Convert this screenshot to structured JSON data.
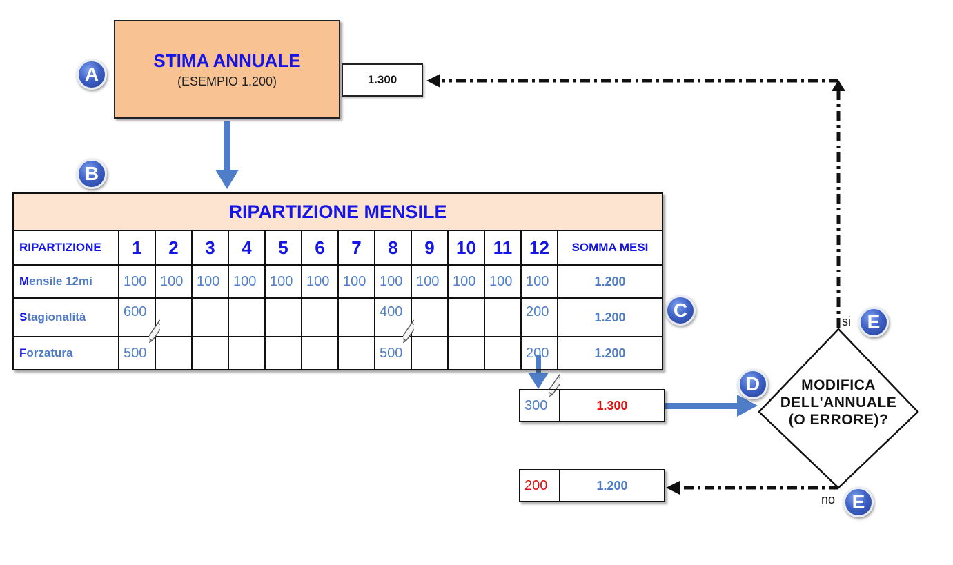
{
  "stima": {
    "title": "STIMA ANNUALE",
    "subtitle": "(ESEMPIO 1.200)",
    "annual_value": "1.300"
  },
  "badges": {
    "a": "A",
    "b": "B",
    "c": "C",
    "d": "D",
    "e_top": "E",
    "e_bottom": "E"
  },
  "table": {
    "caption": "RIPARTIZIONE MENSILE",
    "header_label": "RIPARTIZIONE",
    "months": [
      "1",
      "2",
      "3",
      "4",
      "5",
      "6",
      "7",
      "8",
      "9",
      "10",
      "11",
      "12"
    ],
    "sum_header": "SOMMA MESI",
    "rows": [
      {
        "name_first": "M",
        "name_rest": "ensile 12mi",
        "values": [
          "100",
          "100",
          "100",
          "100",
          "100",
          "100",
          "100",
          "100",
          "100",
          "100",
          "100",
          "100"
        ],
        "sum": "1.200"
      },
      {
        "name_first": "S",
        "name_rest": "tagionalità",
        "values": [
          "600",
          "",
          "",
          "",
          "",
          "",
          "",
          "400",
          "",
          "",
          "",
          "200"
        ],
        "sum": "1.200"
      },
      {
        "name_first": "F",
        "name_rest": "orzatura",
        "values": [
          "500",
          "",
          "",
          "",
          "",
          "",
          "",
          "500",
          "",
          "",
          "",
          "200"
        ],
        "sum": "1.200"
      }
    ]
  },
  "modified": {
    "value": "300",
    "sum": "1.300"
  },
  "corrected": {
    "value": "200",
    "sum": "1.200"
  },
  "decision": {
    "line1": "MODIFICA",
    "line2": "DELL'ANNUALE",
    "line3": "(O ERRORE)?",
    "yes": "si",
    "no": "no"
  },
  "colors": {
    "blue_text": "#1515e6",
    "value_blue": "#5080c8",
    "red": "#e01010",
    "arrow_blue": "#4f7dc8",
    "box_orange": "#f9c293",
    "caption_bg": "#fce4d0"
  },
  "icons": [
    "pencil-icon",
    "circle-badge-icon"
  ]
}
